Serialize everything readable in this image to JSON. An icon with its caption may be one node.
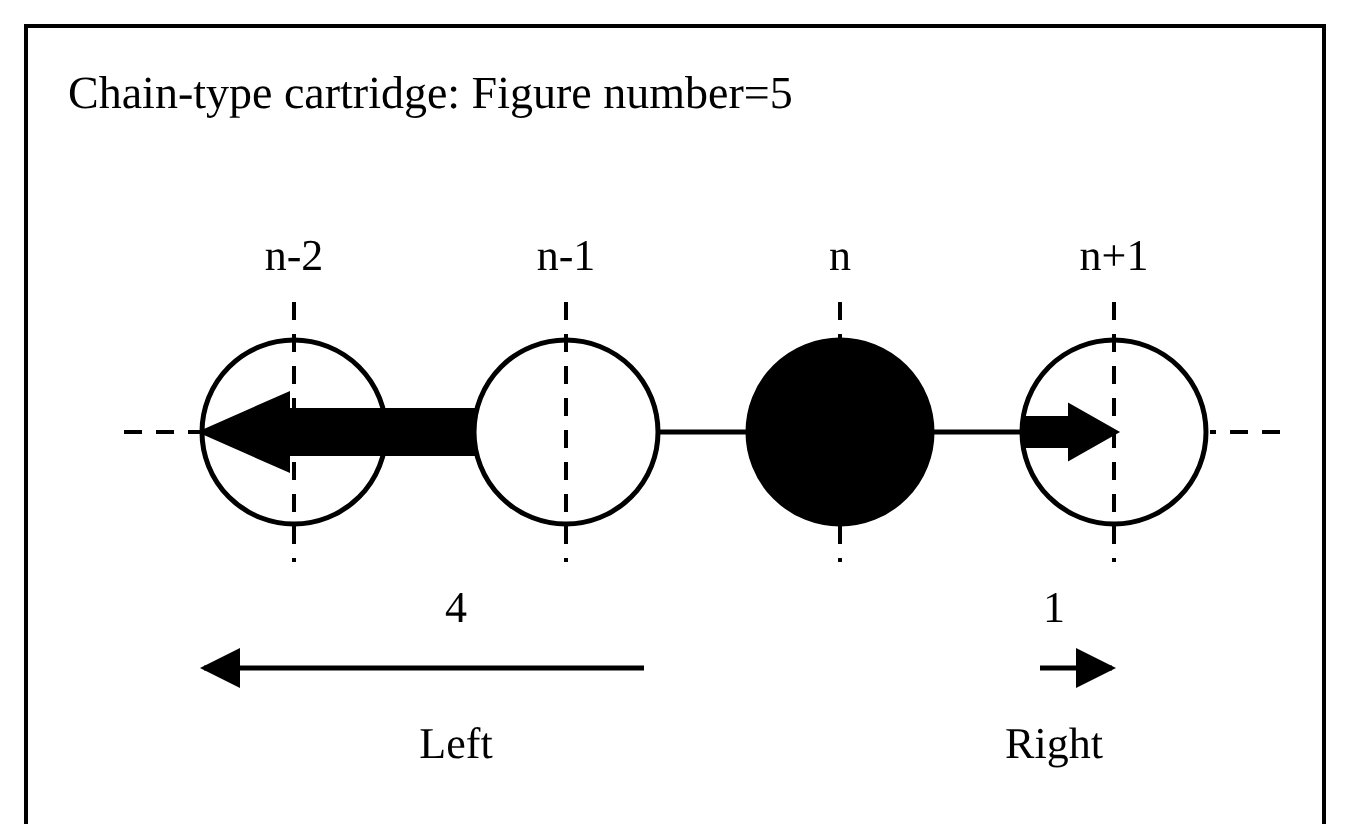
{
  "diagram": {
    "title": "Chain-type cartridge: Figure number=5",
    "nodes": [
      {
        "text": [
          "n-2"
        ]
      },
      {
        "text": [
          "n-1"
        ]
      },
      {
        "text": [
          "n"
        ]
      },
      {
        "text": [
          "n+1"
        ]
      }
    ],
    "edges": [
      {
        "from": 1,
        "to": 0,
        "arrow": "to",
        "style": "thick"
      },
      {
        "from": 2,
        "to": 1,
        "arrow": "none"
      },
      {
        "from": 2,
        "to": 3,
        "arrow": "none"
      }
    ],
    "labels": [
      "4",
      "Left",
      "1",
      "Right"
    ]
  }
}
